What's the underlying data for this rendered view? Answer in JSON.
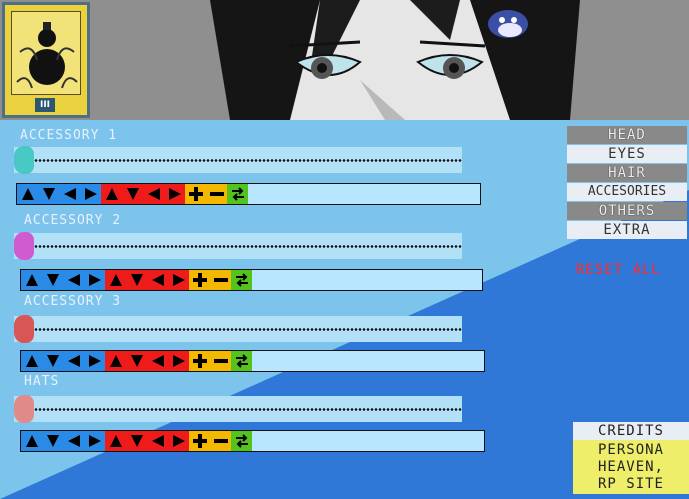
{
  "sections": [
    {
      "label": "ACCESSORY 1",
      "thumb_color": "#48c9c3",
      "slider_level": 0.0
    },
    {
      "label": "ACCESSORY 2",
      "thumb_color": "#d05ad0",
      "slider_level": 0.0
    },
    {
      "label": "ACCESSORY 3",
      "thumb_color": "#d85656",
      "slider_level": 0.0
    },
    {
      "label": "HATS",
      "thumb_color": "#e08a8a",
      "slider_level": 0.0
    }
  ],
  "toolbar_buttons": [
    {
      "name": "move-up",
      "icon": "triangle-up-icon",
      "color": "#2a8be6"
    },
    {
      "name": "move-down",
      "icon": "triangle-down-icon",
      "color": "#2a8be6"
    },
    {
      "name": "move-left",
      "icon": "triangle-left-icon",
      "color": "#2a8be6"
    },
    {
      "name": "move-right",
      "icon": "triangle-right-icon",
      "color": "#2a8be6"
    },
    {
      "name": "fine-up",
      "icon": "triangle-up-icon",
      "color": "#ee1b1b"
    },
    {
      "name": "fine-down",
      "icon": "triangle-down-icon",
      "color": "#ee1b1b"
    },
    {
      "name": "fine-left",
      "icon": "triangle-left-icon",
      "color": "#ee1b1b"
    },
    {
      "name": "fine-right",
      "icon": "triangle-right-icon",
      "color": "#ee1b1b"
    },
    {
      "name": "scale-up",
      "icon": "plus-icon",
      "color": "#f5b800"
    },
    {
      "name": "scale-down",
      "icon": "minus-icon",
      "color": "#f5b800"
    },
    {
      "name": "swap",
      "icon": "swap-arrows-icon",
      "color": "#53c41e"
    }
  ],
  "nav": {
    "head": "HEAD",
    "eyes": "EYES",
    "hair": "HAIR",
    "accessories": "ACCESORIES",
    "others": "OTHERS",
    "extra": "EXTRA"
  },
  "reset_label": "RESET ALL",
  "credits_label": "CREDITS",
  "site_line1": "PERSONA",
  "site_line2": "HEAVEN,",
  "site_line3": "RP SITE",
  "tarot_numeral": "III",
  "colors": {
    "light_panel": "#7cc4ec",
    "dark_panel": "#2f78d8",
    "reset": "#ff2a2a"
  }
}
